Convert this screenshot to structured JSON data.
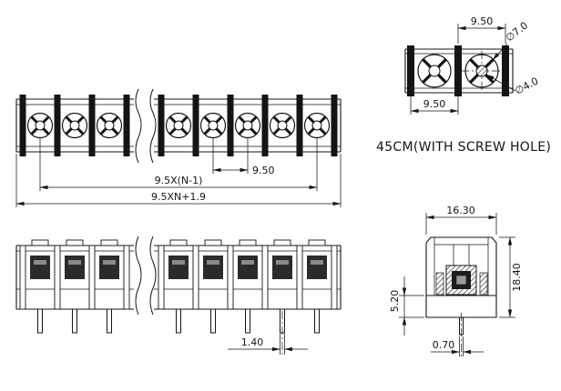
{
  "labels": {
    "front": {
      "pitch": "9.50",
      "span": "9.5X(N-1)",
      "overall": "9.5XN+1.9"
    },
    "top": {
      "pitch_top": "9.50",
      "pitch_bottom": "9.50",
      "screw_head_dia": "∅7.0",
      "screw_hole_dia": "∅4.0",
      "caption": "45CM(WITH SCREW HOLE)"
    },
    "side": {
      "pin_width": "1.40"
    },
    "end": {
      "body_width": "16.30",
      "body_height": "18.40",
      "base_height": "5.20",
      "pin_thickness": "0.70"
    }
  },
  "colors": {
    "line": "#141414",
    "dark_fill": "#2b2b2b",
    "background": "#ffffff"
  }
}
